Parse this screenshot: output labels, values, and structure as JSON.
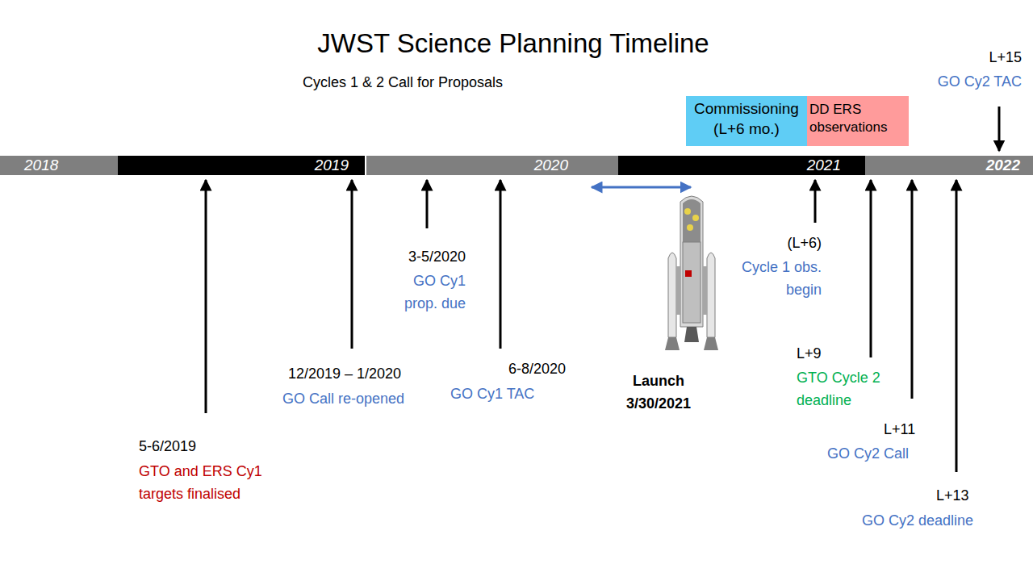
{
  "diagram": {
    "title": "JWST Science Planning Timeline",
    "nodes": [
      {
        "text": [
          "2018"
        ]
      },
      {
        "text": [
          "2019"
        ]
      },
      {
        "text": [
          "2020"
        ]
      },
      {
        "text": [
          "2021"
        ]
      },
      {
        "text": [
          "2022"
        ]
      },
      {
        "text": [
          "Commissioning (L+6 mo.)"
        ]
      },
      {
        "text": [
          "DD ERS observations"
        ]
      }
    ],
    "labels": [
      "Cycles 1 & 2 Call for Proposals",
      "L+15",
      "GO Cy2 TAC",
      "3-5/2020",
      "GO Cy1 prop. due",
      "6-8/2020",
      "GO Cy1 TAC",
      "12/2019 – 1/2020",
      "GO Call re-opened",
      "5-6/2019",
      "GTO and ERS Cy1 targets finalised",
      "Launch 3/30/2021",
      "(L+6)",
      "Cycle 1 obs. begin",
      "L+9",
      "GTO Cycle 2 deadline",
      "L+11",
      "GO Cy2 Call",
      "L+13",
      "GO Cy2 deadline"
    ]
  }
}
